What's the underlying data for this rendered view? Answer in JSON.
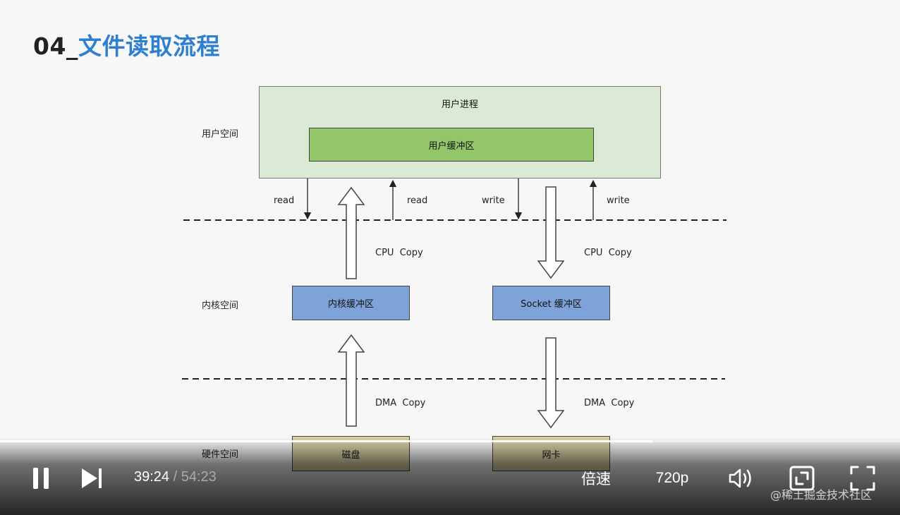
{
  "slide": {
    "title_number": "04_",
    "title_text": "文件读取流程",
    "labels": {
      "user_space": "用户空间",
      "kernel_space": "内核空间",
      "hardware_space": "硬件空间"
    },
    "boxes": {
      "user_process": "用户进程",
      "user_buffer": "用户缓冲区",
      "kernel_buffer": "内核缓冲区",
      "socket_buffer": "Socket 缓冲区",
      "disk": "磁盘",
      "nic": "网卡"
    },
    "edges": {
      "read_down": "read",
      "read_up": "read",
      "write_down": "write",
      "write_up": "write",
      "cpu_copy_left": "CPU  Copy",
      "cpu_copy_right": "CPU  Copy",
      "dma_copy_left": "DMA  Copy",
      "dma_copy_right": "DMA  Copy"
    },
    "colors": {
      "title_blue": "#2f7fd0",
      "user_process_fill": "#dcead5",
      "user_buffer_fill": "#93c66a",
      "kernel_fill": "#7ea3d9",
      "hardware_fill": "#d8cfa4"
    }
  },
  "player": {
    "current_time": "39:24",
    "separator": " / ",
    "duration": "54:23",
    "progress": 0.725,
    "speed_label": "倍速",
    "quality_label": "720p",
    "icons": [
      "pause-icon",
      "next-icon",
      "volume-icon",
      "pip-icon",
      "fullscreen-icon"
    ]
  },
  "watermark": "@稀土掘金技术社区"
}
